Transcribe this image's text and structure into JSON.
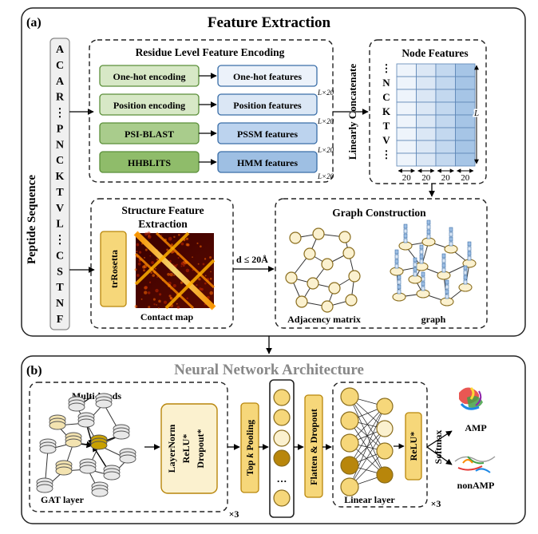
{
  "panel_a": {
    "label": "(a)",
    "title": "Feature Extraction",
    "peptide_label": "Peptide Sequence",
    "sequence": [
      "A",
      "C",
      "A",
      "R",
      "⋮",
      "P",
      "N",
      "C",
      "K",
      "T",
      "V",
      "L",
      "⋮",
      "C",
      "S",
      "T",
      "N",
      "F"
    ],
    "residue_title": "Residue Level Feature Encoding",
    "encodings": [
      {
        "input": "One-hot encoding",
        "output": "One-hot features",
        "dim": "L×20"
      },
      {
        "input": "Position encoding",
        "output": "Position features",
        "dim": "L×20"
      },
      {
        "input": "PSI-BLAST",
        "output": "PSSM features",
        "dim": "L×20"
      },
      {
        "input": "HHBLITS",
        "output": "HMM features",
        "dim": "L×20"
      }
    ],
    "concat_label": "Linearly Concatenate",
    "node_title": "Node Features",
    "node_seq": [
      "⋮",
      "N",
      "C",
      "K",
      "T",
      "V",
      "⋮"
    ],
    "node_dim_L": "L",
    "node_widths": [
      "20",
      "20",
      "20",
      "20"
    ],
    "structure_title_1": "Structure Feature",
    "structure_title_2": "Extraction",
    "trrosetta": "trRosetta",
    "contact_map_label": "Contact map",
    "distance_label": "d ≤ 20Å",
    "graph_title": "Graph Construction",
    "adjacency_label": "Adjacency matrix",
    "graph_label": "graph"
  },
  "panel_b": {
    "label": "(b)",
    "title": "Neural Network Architecture",
    "multi_heads": "Multi-heads",
    "gat_label": "GAT layer",
    "norm_lines": [
      "LayerNorm",
      "ReLU*",
      "Dropout*"
    ],
    "repeat_1": "×3",
    "pooling_pre": "Top ",
    "pooling_k": "k",
    "pooling_post": " Pooling",
    "flatten": "Flatten  & Dropout",
    "linear_label": "Linear layer",
    "relu": "ReLU*",
    "repeat_2": "×3",
    "softmax": "Softmax",
    "amp": "AMP",
    "nonamp": "nonAMP",
    "ellipsis": "···"
  },
  "colors": {
    "green_fill": "#d7e8c6",
    "green_dark_fill": "#8fbc6a",
    "green_stroke": "#5b8f3a",
    "blue_fill": "#dbe7f5",
    "blue_dark_fill": "#9ebfe3",
    "blue_stroke": "#3a6ea8",
    "yellow_fill": "#f6d77a",
    "yellow_light": "#fbf1cf",
    "yellow_stroke": "#b8860b",
    "node_dark": "#b8860b"
  }
}
